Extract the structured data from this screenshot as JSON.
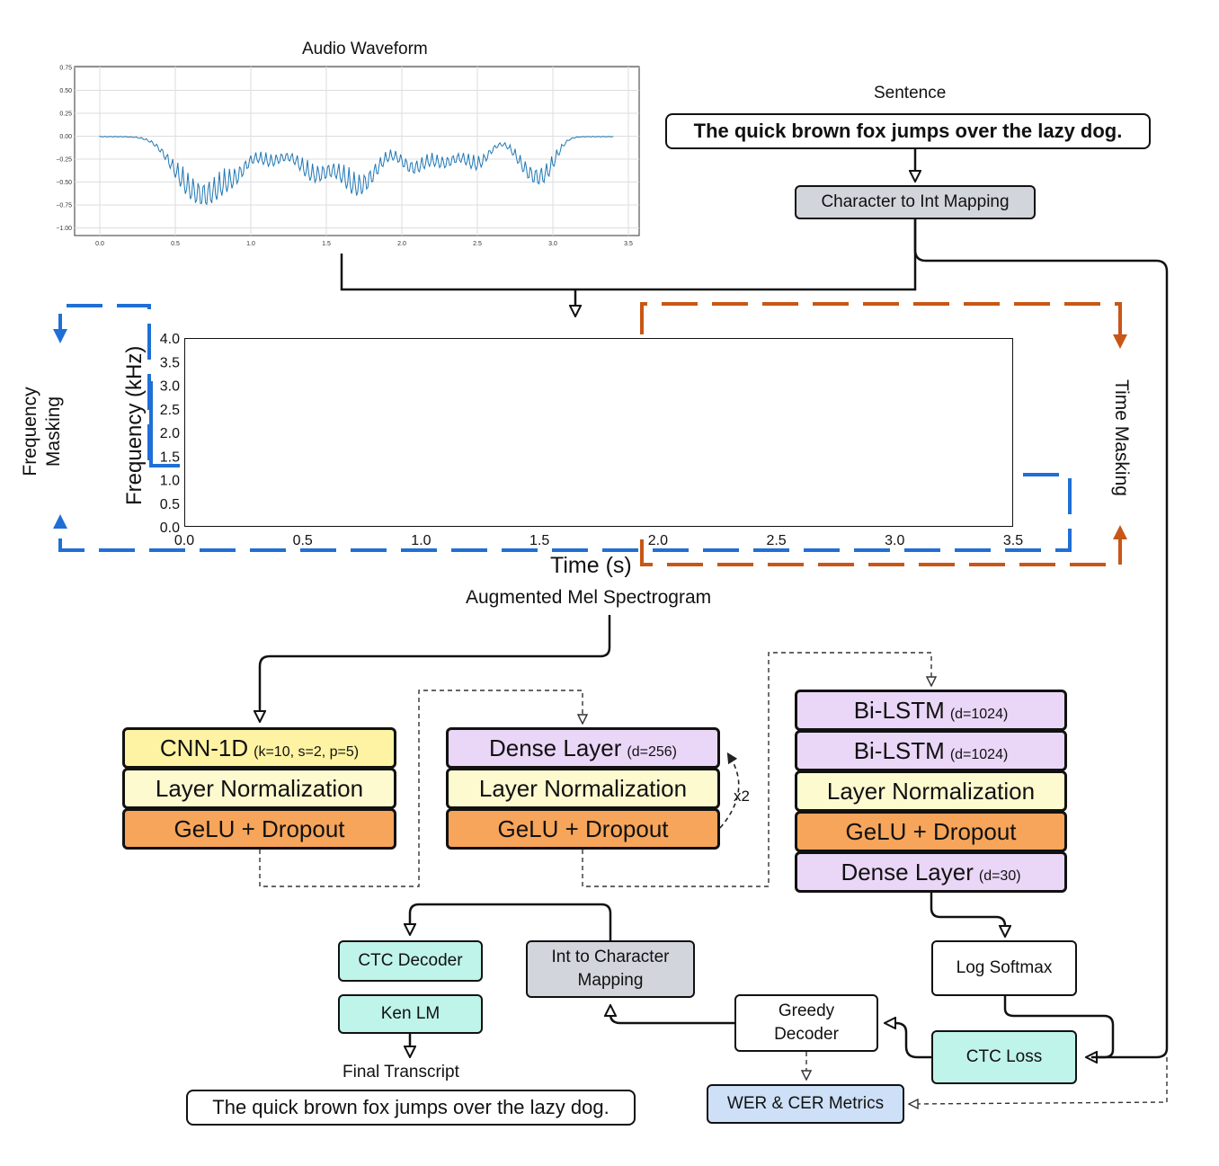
{
  "waveform": {
    "title": "Audio Waveform",
    "yticks": [
      "0.75",
      "0.50",
      "0.25",
      "0.00",
      "−0.25",
      "−0.50",
      "−0.75",
      "−1.00"
    ],
    "xticks": [
      "0.0",
      "0.5",
      "1.0",
      "1.5",
      "2.0",
      "2.5",
      "3.0",
      "3.5"
    ]
  },
  "sentence": {
    "label": "Sentence",
    "text": "The quick brown fox jumps over the lazy dog."
  },
  "char_to_int": "Character to Int Mapping",
  "spectrogram": {
    "caption": "Augmented Mel Spectrogram",
    "xlabel": "Time (s)",
    "ylabel": "Frequency (kHz)",
    "yticks": [
      "4.0",
      "3.5",
      "3.0",
      "2.5",
      "2.0",
      "1.5",
      "1.0",
      "0.5",
      "0.0"
    ],
    "xticks": [
      "0.0",
      "0.5",
      "1.0",
      "1.5",
      "2.0",
      "2.5",
      "3.0",
      "3.5"
    ],
    "freq_masking_line1": "Frequency",
    "freq_masking_line2": "Masking",
    "time_masking": "Time Masking",
    "colors": {
      "freq_mask": "#1f6fd6",
      "time_mask": "#c85616"
    }
  },
  "block1": {
    "cnn_label": "CNN-1D",
    "cnn_params": "(k=10, s=2, p=5)",
    "layernorm": "Layer Normalization",
    "gelu": "GeLU + Dropout"
  },
  "block2": {
    "dense_label": "Dense Layer",
    "dense_params": "(d=256)",
    "layernorm": "Layer Normalization",
    "gelu": "GeLU + Dropout",
    "repeat": "x2"
  },
  "block3": {
    "lstm1_label": "Bi-LSTM",
    "lstm1_params": "(d=1024)",
    "lstm2_label": "Bi-LSTM",
    "lstm2_params": "(d=1024)",
    "layernorm": "Layer Normalization",
    "gelu": "GeLU + Dropout",
    "dense_label": "Dense Layer",
    "dense_params": "(d=30)"
  },
  "log_softmax": "Log Softmax",
  "ctc_loss": "CTC Loss",
  "greedy_decoder_line1": "Greedy",
  "greedy_decoder_line2": "Decoder",
  "metrics": "WER & CER Metrics",
  "int_to_char_line1": "Int to Character",
  "int_to_char_line2": "Mapping",
  "ctc_decoder": "CTC Decoder",
  "ken_lm": "Ken LM",
  "final": {
    "label": "Final Transcript",
    "text": "The quick brown fox jumps over the lazy dog."
  },
  "colors": {
    "yellow": "#fdf3a3",
    "cream": "#fdfad0",
    "orange": "#f6a55a",
    "purple": "#ead6f7",
    "teal": "#bff4ea",
    "grey": "#d3d5dc",
    "blue": "#cde0f7",
    "waveform": "#1f77b4"
  }
}
